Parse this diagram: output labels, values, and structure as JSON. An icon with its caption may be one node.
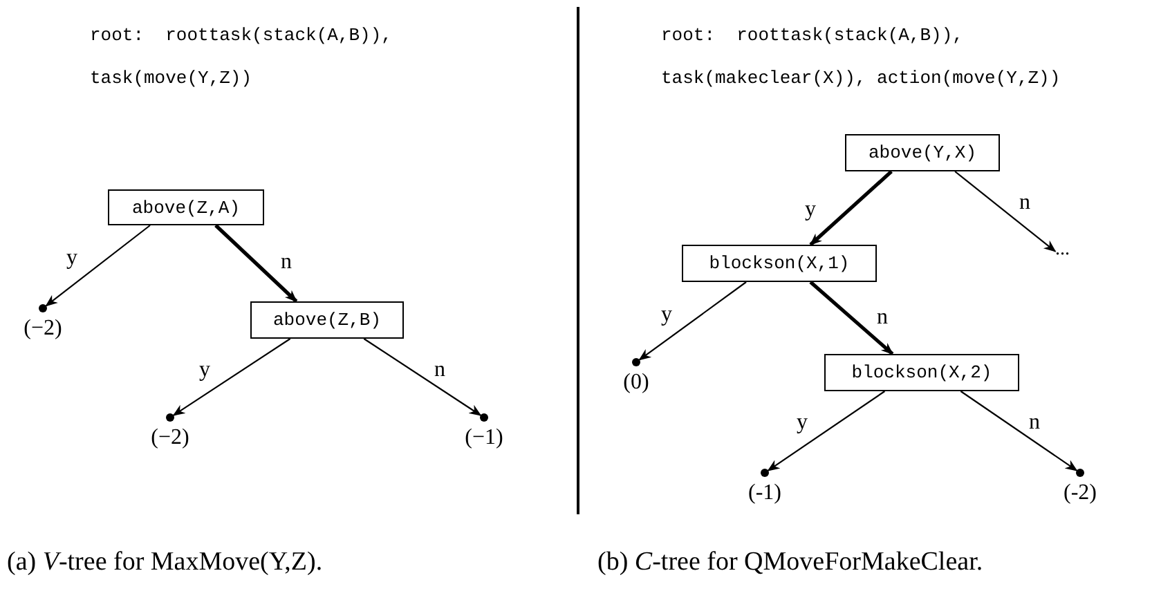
{
  "diagram": {
    "nodes": [
      {
        "text": [
          "above(Z,A)"
        ]
      },
      {
        "text": [],
        "shape": "circle",
        "beside": [
          "(−2)"
        ]
      },
      {
        "text": [
          "above(Z,B)"
        ]
      },
      {
        "text": [],
        "shape": "circle",
        "beside": [
          "(−2)"
        ]
      },
      {
        "text": [],
        "shape": "circle",
        "beside": [
          "(−1)"
        ]
      },
      {
        "text": [
          "above(Y,X)"
        ]
      },
      {
        "text": [
          "blockson(X,1)"
        ]
      },
      {
        "text": [
          "..."
        ]
      },
      {
        "text": [],
        "shape": "circle",
        "beside": [
          "(0)"
        ]
      },
      {
        "text": [
          "blockson(X,2)"
        ]
      },
      {
        "text": [],
        "shape": "circle",
        "beside": [
          "(-1)"
        ]
      },
      {
        "text": [],
        "shape": "circle",
        "beside": [
          "(-2)"
        ]
      }
    ],
    "edges": [
      {
        "from": 0,
        "to": 1,
        "arrow": "to",
        "label": "y"
      },
      {
        "from": 0,
        "to": 2,
        "arrow": "to",
        "label": "n",
        "style": "thick"
      },
      {
        "from": 2,
        "to": 3,
        "arrow": "to",
        "label": "y"
      },
      {
        "from": 2,
        "to": 4,
        "arrow": "to",
        "label": "n"
      },
      {
        "from": 5,
        "to": 6,
        "arrow": "to",
        "label": "y",
        "style": "thick"
      },
      {
        "from": 5,
        "to": 7,
        "arrow": "to",
        "label": "n"
      },
      {
        "from": 6,
        "to": 8,
        "arrow": "to",
        "label": "y"
      },
      {
        "from": 6,
        "to": 9,
        "arrow": "to",
        "label": "n",
        "style": "thick"
      },
      {
        "from": 9,
        "to": 10,
        "arrow": "to",
        "label": "y"
      },
      {
        "from": 9,
        "to": 11,
        "arrow": "to",
        "label": "n"
      }
    ],
    "labels": [
      "root:  roottask(stack(A,B)),",
      "task(move(Y,Z))",
      "root:  roottask(stack(A,B)),",
      "task(makeclear(X)), action(move(Y,Z))",
      "(a) *V*-tree for MaxMove(Y,Z).",
      "(b) *C*-tree for QMoveForMakeClear."
    ]
  }
}
